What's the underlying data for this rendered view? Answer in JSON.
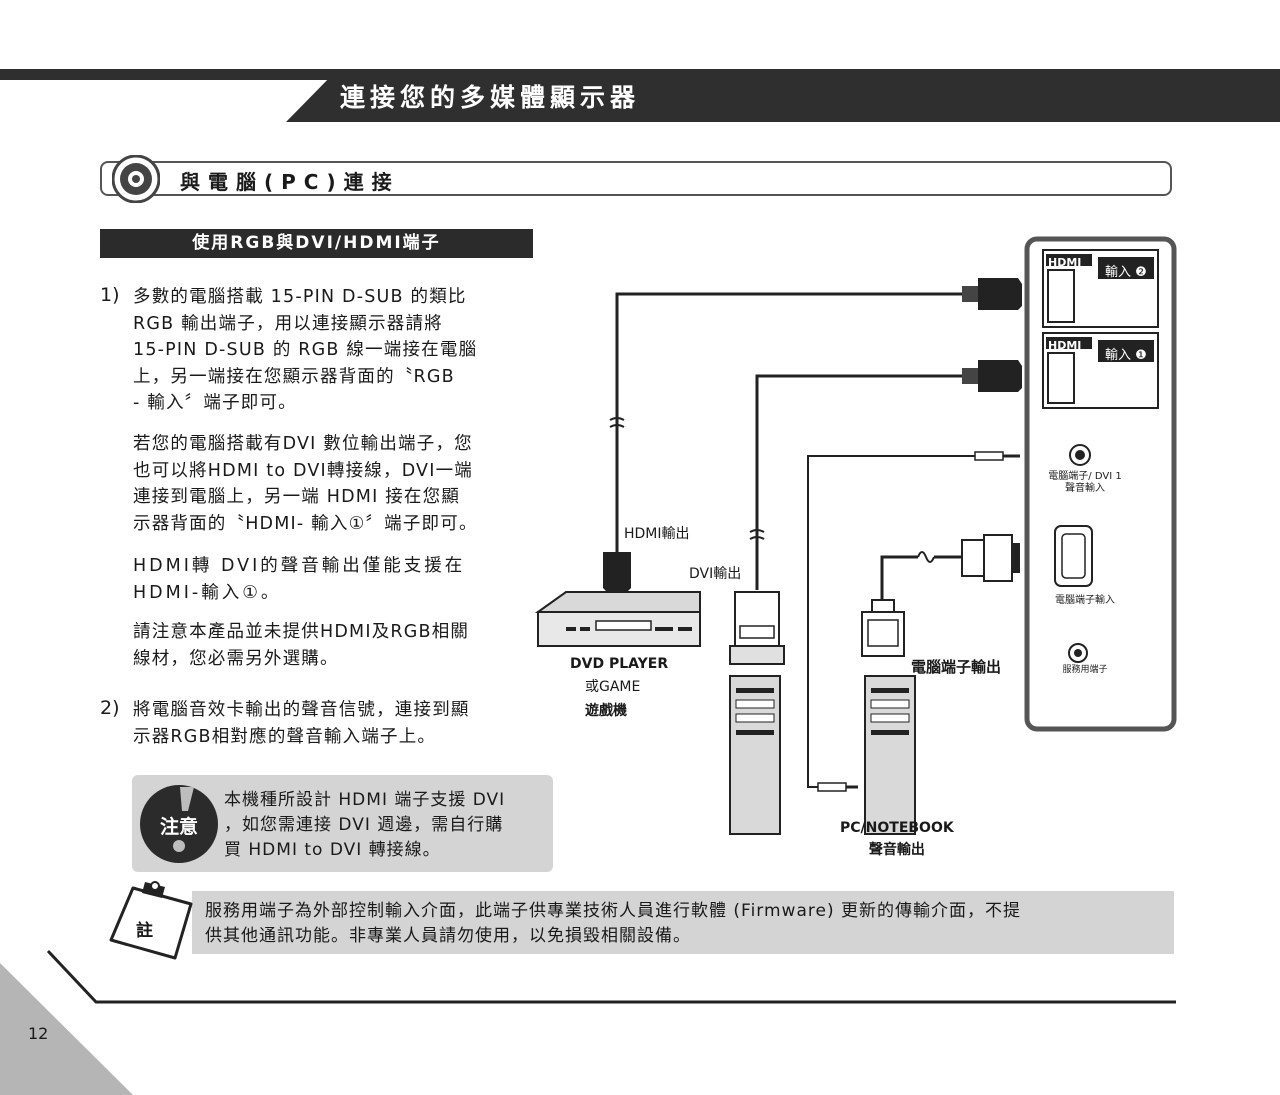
{
  "header": {
    "title": "連接您的多媒體顯示器"
  },
  "section": {
    "title": "與電腦(PC)連接"
  },
  "subsection": {
    "title": "使用RGB與DVI/HDMI端子"
  },
  "body": {
    "step1_number": "1)",
    "step1_lines": [
      "多數的電腦搭載 15-PIN D-SUB 的類比",
      "RGB 輸出端子，用以連接顯示器請將",
      "15-PIN D-SUB 的 RGB 線一端接在電腦",
      "上，另一端接在您顯示器背面的〝RGB",
      "- 輸入〞端子即可。"
    ],
    "dvi_lines": [
      "若您的電腦搭載有DVI 數位輸出端子，您",
      "也可以將HDMI to DVI轉接線，DVI一端",
      "連接到電腦上，另一端 HDMI 接在您顯",
      "示器背面的〝HDMI- 輸入①〞端子即可。"
    ],
    "audio_lines": [
      "HDMI轉 DVI的聲音輸出僅能支援在",
      "HDMI-輸入①。"
    ],
    "cable_lines": [
      "請注意本產品並未提供HDMI及RGB相關",
      "線材，您必需另外選購。"
    ],
    "step2_number": "2)",
    "step2_lines": [
      "將電腦音效卡輸出的聲音信號，連接到顯",
      "示器RGB相對應的聲音輸入端子上。"
    ]
  },
  "note": {
    "label": "注意",
    "lines": [
      "本機種所設計 HDMI 端子支援 DVI",
      "，如您需連接 DVI 週邊，需自行購",
      "買 HDMI to DVI 轉接線。"
    ]
  },
  "memo": {
    "label": "註",
    "lines": [
      "服務用端子為外部控制輸入介面，此端子供專業技術人員進行軟體 (Firmware) 更新的傳輸介面，不提",
      "供其他通訊功能。非專業人員請勿使用，以免損毀相關設備。"
    ]
  },
  "diagram": {
    "panel": {
      "hdmi_logo": "HDMI",
      "hdmi_input_2": "輸入 ❷",
      "hdmi_input_1": "輸入 ❶",
      "pc_audio_input_line1": "電腦端子/ DVI 1",
      "pc_audio_input_line2": "聲音輸入",
      "pc_input": "電腦端子輸入",
      "service_port": "服務用端子"
    },
    "hdmi_out": "HDMI輸出",
    "dvi_out": "DVI輸出",
    "pc_port_out": "電腦端子輸出",
    "dvd_line1": "DVD PLAYER",
    "dvd_line2": "或GAME",
    "dvd_line3": "遊戲機",
    "pc_line1": "PC/NOTEBOOK",
    "pc_line2": "聲音輸出"
  },
  "footer": {
    "page_number": "12"
  },
  "colors": {
    "banner": "#333333",
    "dark": "#2b2b2b",
    "note_bg": "#d4d4d4"
  }
}
